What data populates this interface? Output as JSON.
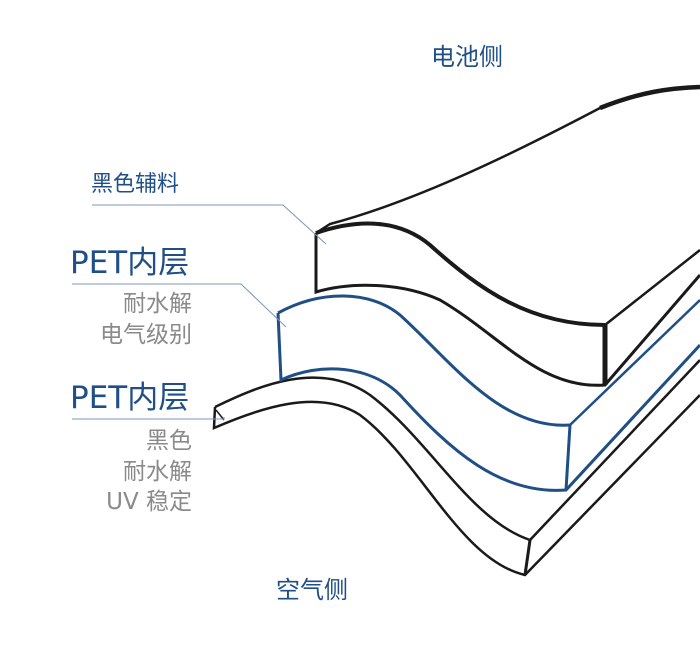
{
  "diagram": {
    "cell_side_label": "电池侧",
    "air_side_label": "空气侧",
    "layers": [
      {
        "title": "黑色辅料"
      },
      {
        "title": "PET内层",
        "properties": [
          "耐水解",
          "电气级别"
        ]
      },
      {
        "title": "PET内层",
        "properties": [
          "黑色",
          "耐水解",
          "UV 稳定"
        ]
      }
    ]
  },
  "colors": {
    "accent_blue": "#1f4f86",
    "outline_black": "#1a1a1a",
    "property_gray": "#8a8a8a",
    "leader_line": "#7f95b8"
  }
}
